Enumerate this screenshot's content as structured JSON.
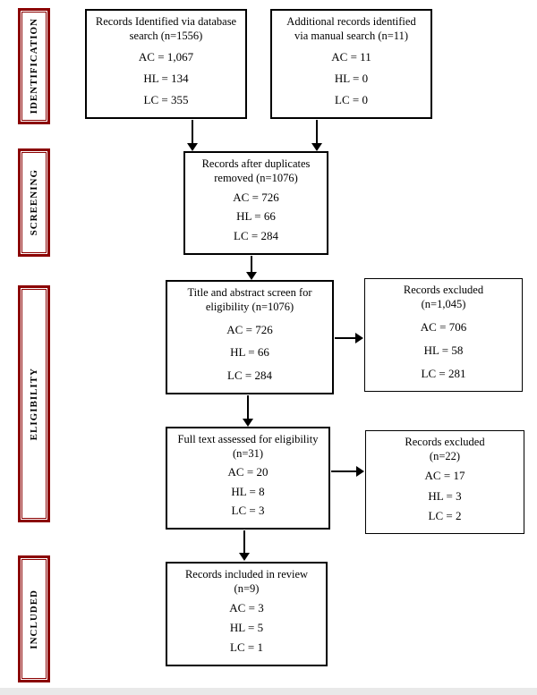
{
  "diagram": {
    "title": "PRISMA-style study selection flow diagram",
    "colors": {
      "stage_border": "#8b0000",
      "box_border": "#000000",
      "arrow": "#000000",
      "background": "#ffffff"
    },
    "stages": [
      {
        "label": "IDENTIFICATION"
      },
      {
        "label": "SCREENING"
      },
      {
        "label": "ELIGIBILITY"
      },
      {
        "label": "INCLUDED"
      }
    ],
    "boxes": {
      "database_search": {
        "title1": "Records Identified via database",
        "title2": "search (n=1556)",
        "ac": "AC = 1,067",
        "hl": "HL = 134",
        "lc": "LC = 355"
      },
      "manual_search": {
        "title1": "Additional records identified",
        "title2": "via manual search (n=11)",
        "ac": "AC = 11",
        "hl": "HL = 0",
        "lc": "LC = 0"
      },
      "duplicates_removed": {
        "title1": "Records after duplicates",
        "title2": "removed (n=1076)",
        "ac": "AC = 726",
        "hl": "HL = 66",
        "lc": "LC = 284"
      },
      "title_abstract_screen": {
        "title1": "Title and abstract screen for",
        "title2": "eligibility (n=1076)",
        "ac": "AC = 726",
        "hl": "HL = 66",
        "lc": "LC = 284"
      },
      "excluded_screen": {
        "title1": "Records excluded",
        "title2": "(n=1,045)",
        "ac": "AC = 706",
        "hl": "HL = 58",
        "lc": "LC = 281"
      },
      "full_text": {
        "title1": "Full text assessed for eligibility",
        "title2": "(n=31)",
        "ac": "AC = 20",
        "hl": "HL = 8",
        "lc": "LC = 3"
      },
      "excluded_fulltext": {
        "title1": "Records excluded",
        "title2": "(n=22)",
        "ac": "AC = 17",
        "hl": "HL = 3",
        "lc": "LC = 2"
      },
      "included_review": {
        "title1": "Records included in review",
        "title2": "(n=9)",
        "ac": "AC = 3",
        "hl": "HL = 5",
        "lc": "LC = 1"
      }
    }
  }
}
